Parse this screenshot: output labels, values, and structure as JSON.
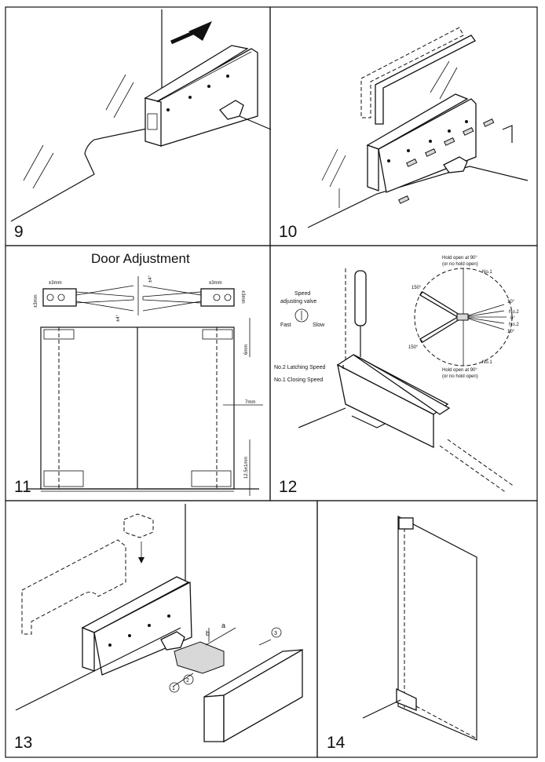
{
  "panels": {
    "p9": {
      "step": "9"
    },
    "p10": {
      "step": "10"
    },
    "p11": {
      "step": "11",
      "title": "Door Adjustment",
      "dims": {
        "pm3_left_top": "±3mm",
        "pm3_left_side": "±3mm",
        "pm3_right_top": "±3mm",
        "pm3_right_side": "±3mm",
        "pm4_top": "±4°",
        "pm4_left": "±4°",
        "d6": "6mm",
        "d7": "7mm",
        "d12": "12.5±1mm"
      }
    },
    "p12": {
      "step": "12",
      "valve": {
        "line1": "Speed",
        "line2": "adjusting valve",
        "fast": "Fast",
        "slow": "Slow"
      },
      "latching": "No.2 Latching Speed",
      "closing": "No.1 Closing Speed",
      "hold_top_1": "Hold open at 90°",
      "hold_top_2": "(or no hold open)",
      "hold_bot_1": "Hold open at 90°",
      "hold_bot_2": "(or no hold open)",
      "a150_top": "150°",
      "a150_bot": "150°",
      "no1_top": "No.1",
      "no1_bot": "No.1",
      "no2_top": "No.2",
      "no2_bot": "No.2",
      "deg10_top": "10°",
      "deg0": "0°",
      "deg10_bot": "10°"
    },
    "p13": {
      "step": "13",
      "circ1": "1",
      "circ2": "2",
      "circ3": "3",
      "a": "a",
      "b": "b"
    },
    "p14": {
      "step": "14"
    }
  },
  "colors": {
    "line": "#111111",
    "background": "#ffffff",
    "fill": "#d8d8d8"
  }
}
